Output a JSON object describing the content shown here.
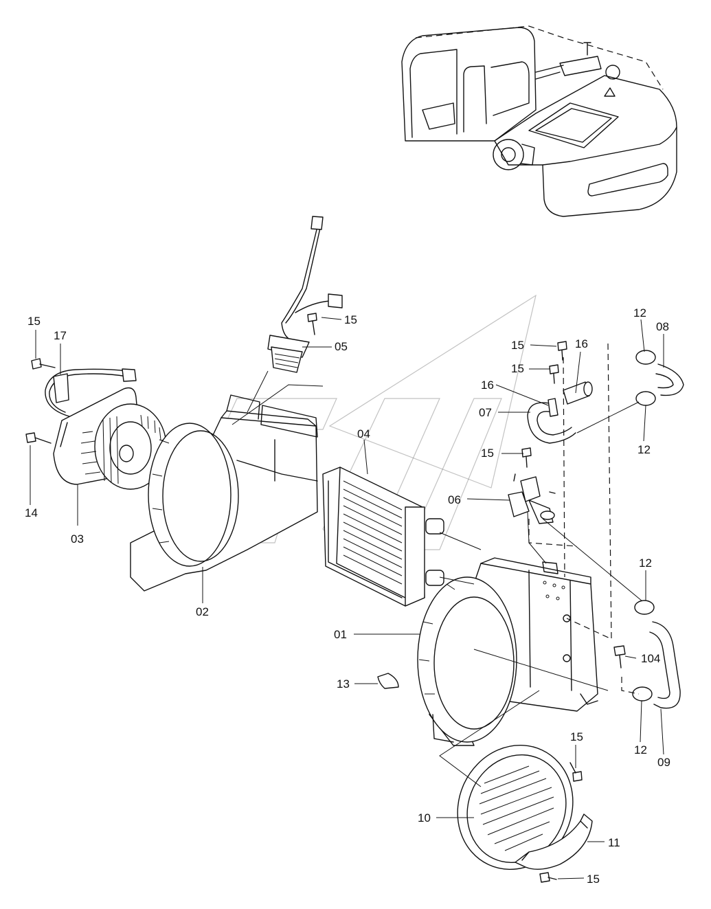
{
  "labels": {
    "p01": "01",
    "p02": "02",
    "p03": "03",
    "p04": "04",
    "p05": "05",
    "p06": "06",
    "p07": "07",
    "p08": "08",
    "p09": "09",
    "p10": "10",
    "p11": "11",
    "p12a": "12",
    "p12b": "12",
    "p12c": "12",
    "p12d": "12",
    "p13": "13",
    "p14": "14",
    "p15a": "15",
    "p15b": "15",
    "p15c": "15",
    "p15d": "15",
    "p15e": "15",
    "p15f": "15",
    "p15g": "15",
    "p16a": "16",
    "p16b": "16",
    "p17": "17",
    "p104": "104"
  },
  "colors": {
    "line": "#111111",
    "background": "#ffffff",
    "watermark": "#777777"
  }
}
